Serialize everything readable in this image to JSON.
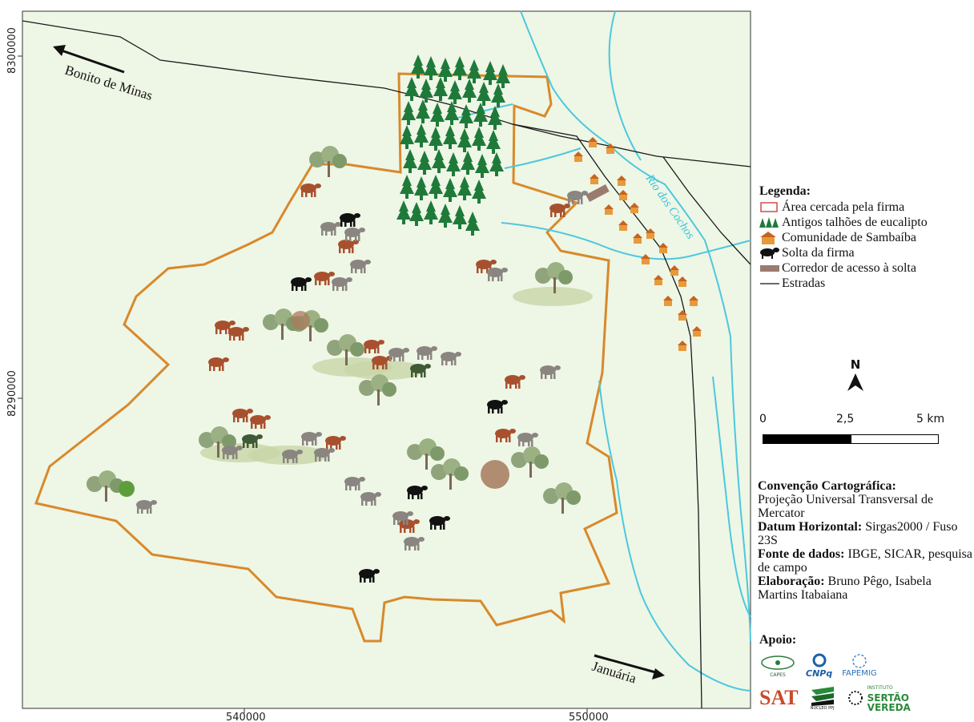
{
  "map": {
    "places": {
      "bonito": "Bonito de Minas",
      "januaria": "Januária",
      "river": "Rio dos Cochos"
    },
    "coords": {
      "y_top": "8300000",
      "y_mid": "8290000",
      "x_left": "540000",
      "x_right": "550000"
    },
    "colors": {
      "background": "#eef6e6",
      "fence": "#d8892a",
      "river": "#4cc8de",
      "road": "#1a1a1a",
      "corridor": "#9a7b6e"
    }
  },
  "legend": {
    "title": "Legenda:",
    "items": [
      {
        "icon": "fence-rect-icon",
        "label": "Área cercada pela firma"
      },
      {
        "icon": "eucalyptus-icon",
        "label": "Antigos talhões de eucalipto"
      },
      {
        "icon": "house-icon",
        "label": "Comunidade de Sambaíba"
      },
      {
        "icon": "cow-icon",
        "label": "Solta da firma"
      },
      {
        "icon": "corridor-icon",
        "label": "Corredor de acesso à solta"
      },
      {
        "icon": "road-line-icon",
        "label": "Estradas"
      }
    ]
  },
  "north": "N",
  "scale": {
    "labels": [
      "0",
      "2,5",
      "5 km"
    ]
  },
  "convention": {
    "cartographic_label": "Convenção Cartográfica:",
    "cartographic_value": "Projeção Universal Transversal de Mercator",
    "datum_label": "Datum Horizontal:",
    "datum_value": "Sirgas2000 / Fuso 23S",
    "source_label": "Fonte de dados:",
    "source_value": "IBGE, SICAR, pesquisa de campo",
    "author_label": "Elaboração:",
    "author_value": "Bruno Pêgo, Isabela Martins Itabaiana"
  },
  "support": {
    "title": "Apoio:",
    "logos": [
      "CAPES",
      "CNPq",
      "FAPEMIG",
      "SAT",
      "NÚCLEO PPJ",
      "INSTITUTO",
      "SERTÃO",
      "VEREDA"
    ]
  }
}
